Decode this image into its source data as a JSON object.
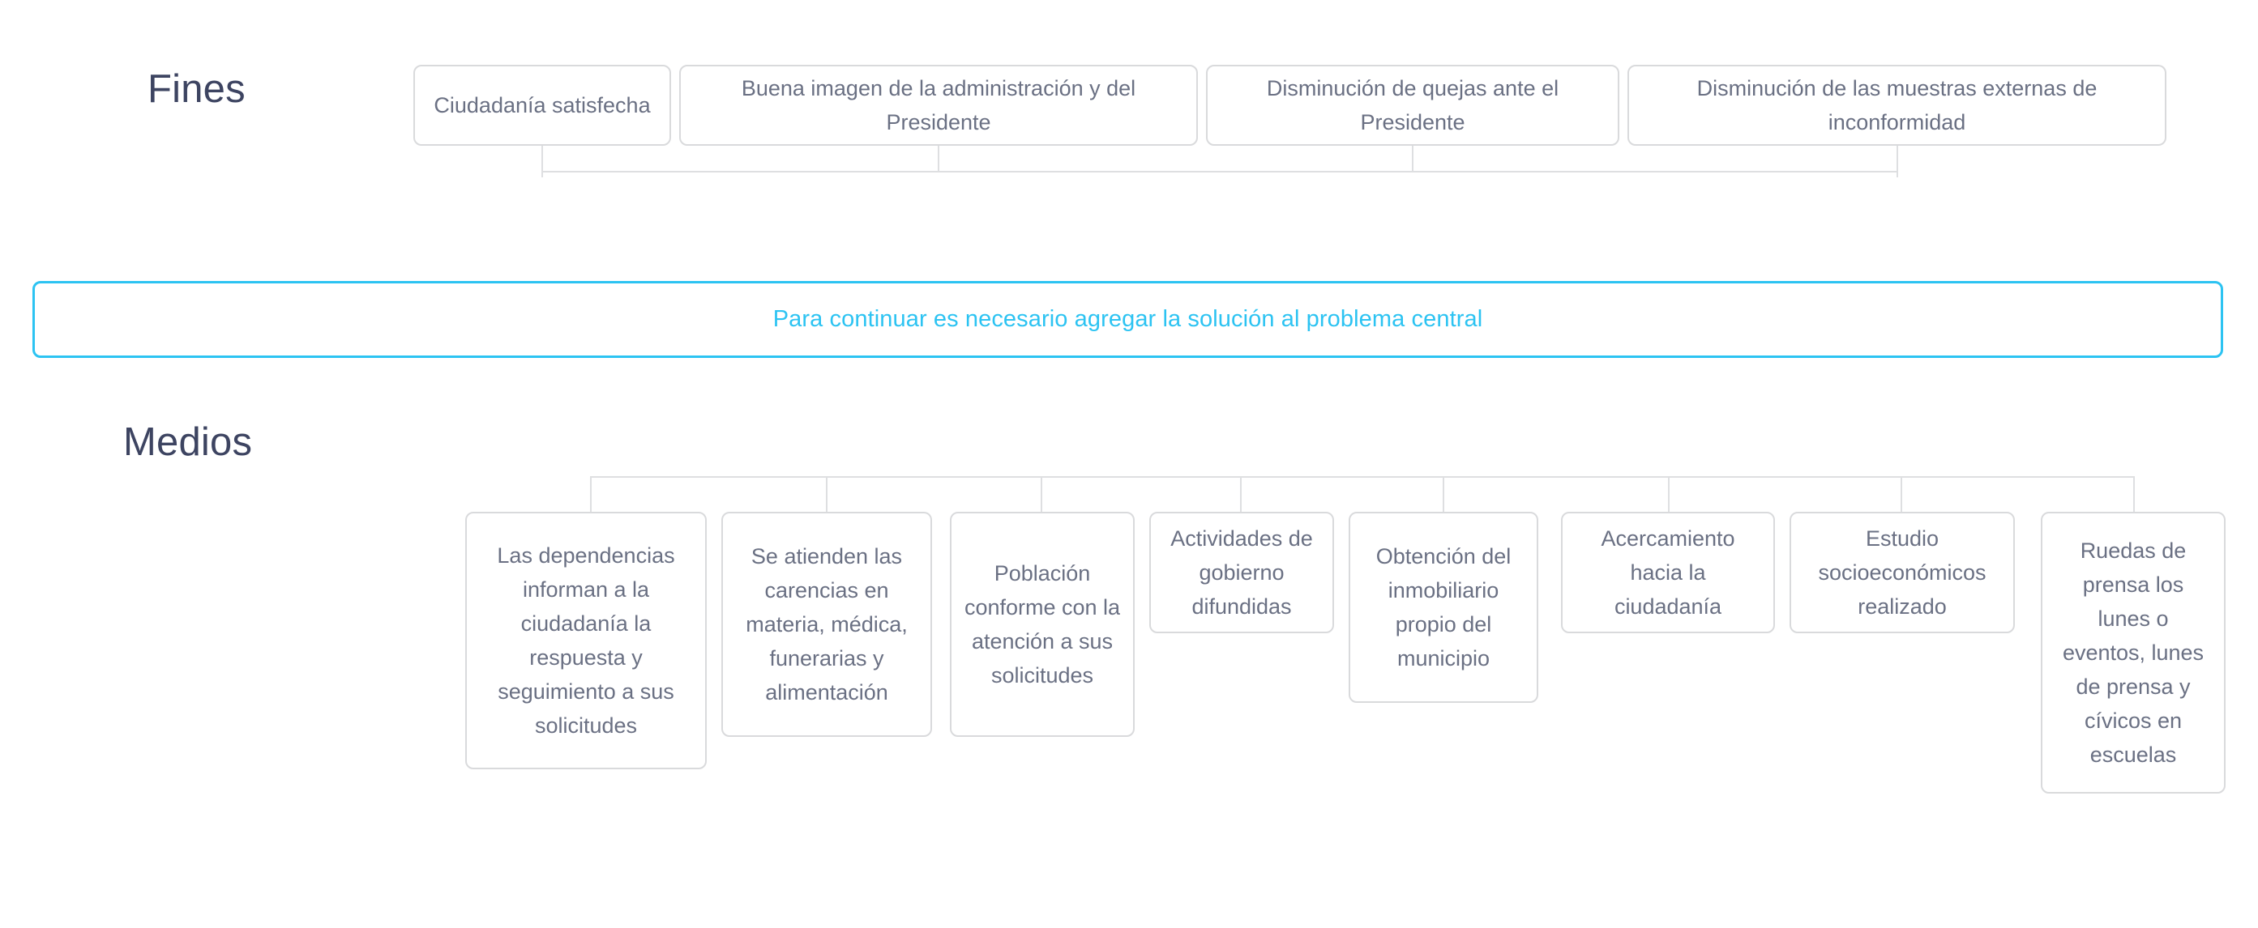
{
  "sections": {
    "fines": {
      "title": "Fines",
      "nodes": [
        {
          "label": "Ciudadanía satisfecha"
        },
        {
          "label": "Buena imagen de la administración y del Presidente"
        },
        {
          "label": "Disminución de quejas ante el Presidente"
        },
        {
          "label": "Disminución de las muestras externas de inconformidad"
        }
      ]
    },
    "medios": {
      "title": "Medios",
      "nodes": [
        {
          "label": "Las dependencias informan a la ciudadanía la respuesta y seguimiento a sus solicitudes"
        },
        {
          "label": "Se atienden las carencias en materia, médica, funerarias y alimentación"
        },
        {
          "label": "Población conforme con la atención a sus solicitudes"
        },
        {
          "label": "Actividades de gobierno difundidas"
        },
        {
          "label": "Obtención del inmobiliario propio del municipio"
        },
        {
          "label": "Acercamiento hacia la ciudadanía"
        },
        {
          "label": "Estudio socioeconómicos realizado"
        },
        {
          "label": "Ruedas de prensa los lunes o eventos, lunes de prensa y cívicos en escuelas"
        }
      ]
    }
  },
  "banner": {
    "message": "Para continuar es necesario agregar la solución al problema central",
    "accent_color": "#2cc3f2"
  },
  "colors": {
    "heading": "#3d4461",
    "node_text": "#6a7083",
    "node_border": "#d9dadc",
    "connector": "#dedfe1",
    "background": "#ffffff"
  }
}
